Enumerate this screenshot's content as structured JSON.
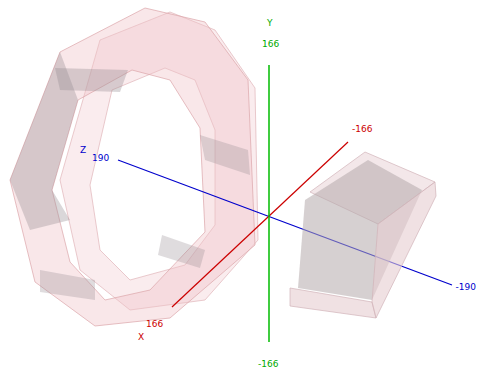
{
  "diagram": {
    "labels": [
      "Y",
      "166",
      "Z",
      "190",
      "-166",
      "166",
      "X",
      "-190",
      "-166"
    ]
  }
}
